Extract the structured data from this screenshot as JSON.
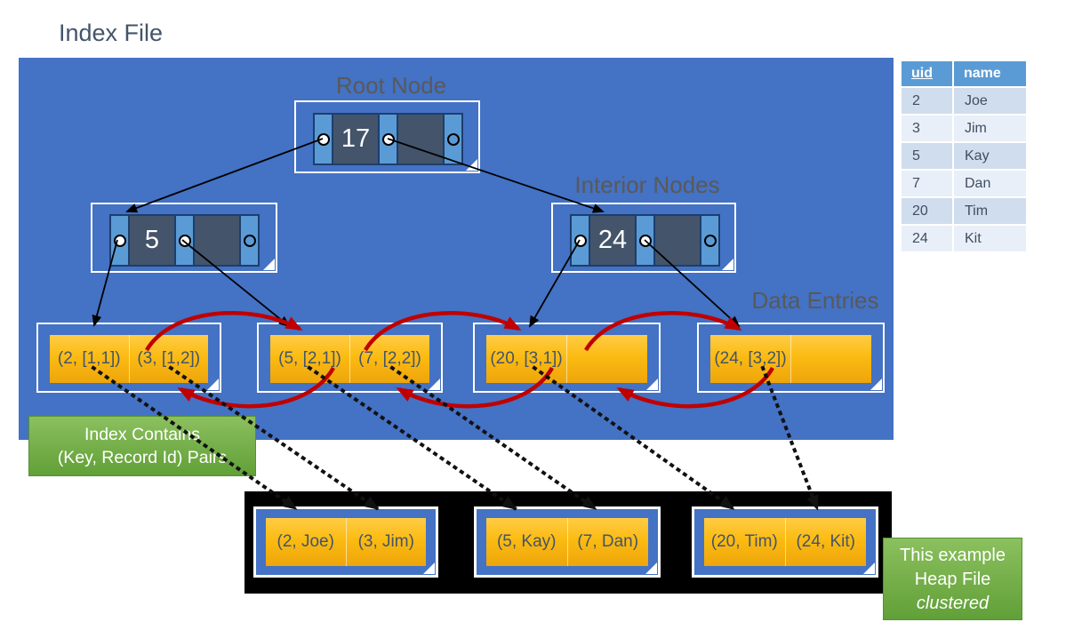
{
  "title": "Index File",
  "labels": {
    "root": "Root Node",
    "interior": "Interior Nodes",
    "data_entries": "Data Entries"
  },
  "tree": {
    "root": {
      "key": "17"
    },
    "interior": [
      {
        "key": "5"
      },
      {
        "key": "24"
      }
    ],
    "leaves": [
      {
        "cells": [
          "(2, [1,1])",
          "(3, [1,2])"
        ]
      },
      {
        "cells": [
          "(5, [2,1])",
          "(7, [2,2])"
        ]
      },
      {
        "cells": [
          "(20, [3,1])",
          ""
        ]
      },
      {
        "cells": [
          "(24, [3,2])",
          ""
        ]
      }
    ]
  },
  "heap": {
    "pages": [
      {
        "cells": [
          "(2, Joe)",
          "(3, Jim)"
        ]
      },
      {
        "cells": [
          "(5, Kay)",
          "(7, Dan)"
        ]
      },
      {
        "cells": [
          "(20, Tim)",
          "(24, Kit)"
        ]
      }
    ]
  },
  "callouts": {
    "index_contains": [
      "Index Contains",
      "(Key, Record Id) Pairs"
    ],
    "heap_file": [
      "This example",
      "Heap File",
      "clustered"
    ]
  },
  "table": {
    "headers": [
      "uid",
      "name"
    ],
    "rows": [
      {
        "uid": "2",
        "name": "Joe"
      },
      {
        "uid": "3",
        "name": "Jim"
      },
      {
        "uid": "5",
        "name": "Kay"
      },
      {
        "uid": "7",
        "name": "Dan"
      },
      {
        "uid": "20",
        "name": "Tim"
      },
      {
        "uid": "24",
        "name": "Kit"
      }
    ]
  },
  "colors": {
    "accent_blue": "#4472C4",
    "pointer_cell_blue": "#5B9BD5",
    "key_cell_slate": "#44546A",
    "gold": "#FBBB12",
    "green": "#74AE49",
    "link_red": "#C00000",
    "label_gray": "#595959"
  }
}
